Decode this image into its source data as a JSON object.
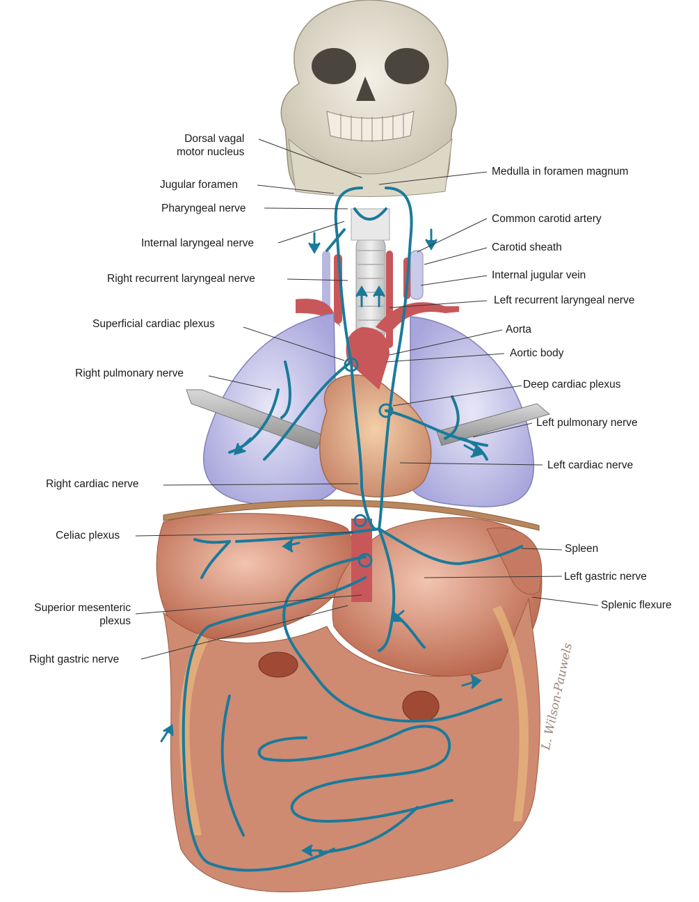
{
  "labels": {
    "dorsal_vagal_motor_nucleus": "Dorsal vagal\nmotor nucleus",
    "medulla_in_foramen_magnum": "Medulla in foramen magnum",
    "jugular_foramen": "Jugular foramen",
    "pharyngeal_nerve": "Pharyngeal nerve",
    "common_carotid_artery": "Common carotid artery",
    "internal_laryngeal_nerve": "Internal laryngeal nerve",
    "carotid_sheath": "Carotid sheath",
    "internal_jugular_vein": "Internal jugular vein",
    "right_recurrent_laryngeal_nerve": "Right recurrent laryngeal nerve",
    "left_recurrent_laryngeal_nerve": "Left recurrent laryngeal nerve",
    "superficial_cardiac_plexus": "Superficial cardiac plexus",
    "aorta": "Aorta",
    "aortic_body": "Aortic body",
    "right_pulmonary_nerve": "Right pulmonary nerve",
    "deep_cardiac_plexus": "Deep cardiac plexus",
    "left_pulmonary_nerve": "Left pulmonary nerve",
    "left_cardiac_nerve": "Left cardiac nerve",
    "right_cardiac_nerve": "Right cardiac nerve",
    "celiac_plexus": "Celiac plexus",
    "spleen": "Spleen",
    "left_gastric_nerve": "Left gastric nerve",
    "superior_mesenteric_plexus": "Superior mesenteric\nplexus",
    "splenic_flexure": "Splenic flexure",
    "right_gastric_nerve": "Right gastric nerve"
  },
  "signature": "L. Wilson-Pauwels",
  "colors": {
    "nerve": "#1b7a9a",
    "bone": "#e6e1d3",
    "lung": "#b9b8e4",
    "organ": "#d98b6f",
    "intestine": "#cf8a72",
    "artery": "#c8575a"
  }
}
